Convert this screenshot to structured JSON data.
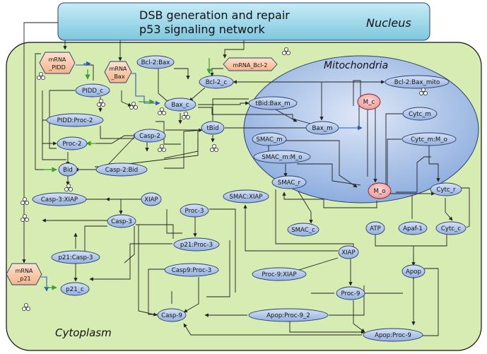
{
  "nucleus": {
    "title_line1": "DSB generation and repair",
    "title_line2": "p53 signaling network",
    "label": "Nucleus"
  },
  "compartments": {
    "mitochondria": "Mitochondria",
    "cytoplasm": "Cytoplasm"
  },
  "mrna": {
    "pidd_line1": "mRNA",
    "pidd_line2": "_PIDD",
    "bax_line1": "mRNA",
    "bax_line2": "_Bax",
    "bcl2": "mRNA_Bcl-2",
    "p21_line1": "mRNA",
    "p21_line2": "_p21"
  },
  "nodes": {
    "bcl2_bax": "Bcl-2:Bax",
    "bcl2_c": "Bcl-2_c",
    "bcl2_bax_mito": "Bcl-2:Bax_mito",
    "pidd_c": "PIDD_c",
    "bax_c": "Bax_c",
    "tbid_bax_m": "tBid:Bax_m",
    "m_c": "M_c",
    "pidd_proc2": "PIDD:Proc-2",
    "tbid": "tBid",
    "bax_m": "Bax_m",
    "cytc_m": "Cytc_m",
    "proc2": "Proc-2",
    "casp2": "Casp-2",
    "smac_m": "SMAC_m",
    "cytc_m_mo": "Cytc_m:M_o",
    "bid": "Bid",
    "casp2_bid": "Casp-2:Bid",
    "smac_m_mo": "SMAC_m:M_o",
    "smac_r": "SMAC_r",
    "m_o": "M_o",
    "cytc_r": "Cytc_r",
    "smac_xiap": "SMAC:XIAP",
    "casp3_xiap": "Casp-3:XIAP",
    "xiap": "XIAP",
    "proc3": "Proc-3",
    "casp3": "Casp-3",
    "smac_c": "SMAC_c",
    "atp": "ATP",
    "apaf1": "Apaf-1",
    "cytc_c": "Cytc_c",
    "p21_proc3": "p21:Proc-3",
    "p21_casp3": "p21:Casp-3",
    "xiap2": "XIAP",
    "casp9_proc3": "Casp9:Proc-3",
    "apop": "Apop",
    "proc9_xiap": "Proc-9:XIAP",
    "p21_c": "p21_c",
    "proc9": "Proc-9",
    "casp9": "Casp-9",
    "apop_proc9_2": "Apop:Proc-9_2",
    "apop_proc9": "Apop:Proc-9"
  },
  "colors": {
    "nucleus_fill": "#8fd3e8",
    "cytoplasm_fill": "#d7ecb4",
    "mito_fill": "#a5bde3",
    "node_fill": "#a8c0e6",
    "node_stroke": "#2b3f6b",
    "hex_fill": "#f8c7a6",
    "red_node_fill": "#f4a6a6",
    "blue_arrow": "#2b58c4",
    "green_arrow": "#3aa12a"
  }
}
